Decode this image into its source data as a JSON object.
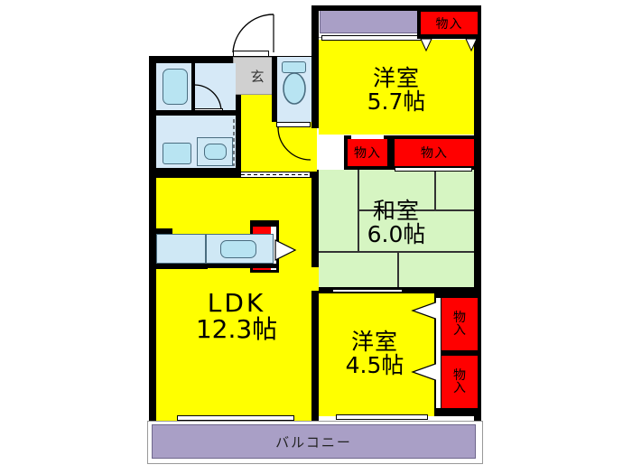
{
  "plan": {
    "type": "japanese-apartment-floor-plan",
    "layout_code": "3LDK",
    "rooms": [
      {
        "id": "bedroom_north",
        "name": "洋室",
        "area": "5.7帖",
        "style": "western",
        "fill": "#ffff00"
      },
      {
        "id": "washitsu",
        "name": "和室",
        "area": "6.0帖",
        "style": "japanese-tatami",
        "fill": "#d6f5c2"
      },
      {
        "id": "bedroom_south",
        "name": "洋室",
        "area": "4.5帖",
        "style": "western",
        "fill": "#ffff00"
      },
      {
        "id": "ldk",
        "name": "LDK",
        "area": "12.3帖",
        "style": "living-dining-kitchen",
        "fill": "#ffff00"
      }
    ],
    "closets": [
      {
        "id": "closet_top_right",
        "label": "物入",
        "orientation": "horizontal"
      },
      {
        "id": "closet_mid_small",
        "label": "物入",
        "orientation": "horizontal"
      },
      {
        "id": "closet_mid_large",
        "label": "物入",
        "orientation": "horizontal"
      },
      {
        "id": "closet_ldk",
        "label": "物入",
        "orientation": "vertical"
      },
      {
        "id": "closet_se_upper",
        "label": "物入",
        "orientation": "vertical"
      },
      {
        "id": "closet_se_lower",
        "label": "物入",
        "orientation": "vertical"
      }
    ],
    "entrance": {
      "id": "genkan",
      "label": "玄",
      "fill": "#d0d0d0"
    },
    "balcony": {
      "id": "balcony_south",
      "label": "バルコニー",
      "fill": "#a99fc6"
    },
    "service_balcony": {
      "id": "balcony_north",
      "label": "",
      "fill": "#a99fc6"
    },
    "fixtures": [
      {
        "id": "bathtub",
        "name": "bathtub-fixture"
      },
      {
        "id": "toilet",
        "name": "toilet-fixture"
      },
      {
        "id": "washbasin",
        "name": "washbasin-fixture"
      },
      {
        "id": "washing-machine",
        "name": "washing-machine-space"
      },
      {
        "id": "kitchen-sink",
        "name": "kitchen-sink-fixture"
      },
      {
        "id": "kitchen-counter",
        "name": "kitchen-counter"
      }
    ],
    "colors": {
      "western_room": "#ffff00",
      "tatami_room": "#d6f5c2",
      "closet": "#ff0000",
      "balcony": "#a99fc6",
      "entrance": "#d0d0d0",
      "water_area": "#d6e9f7",
      "wall": "#000000",
      "background": "#ffffff"
    }
  }
}
